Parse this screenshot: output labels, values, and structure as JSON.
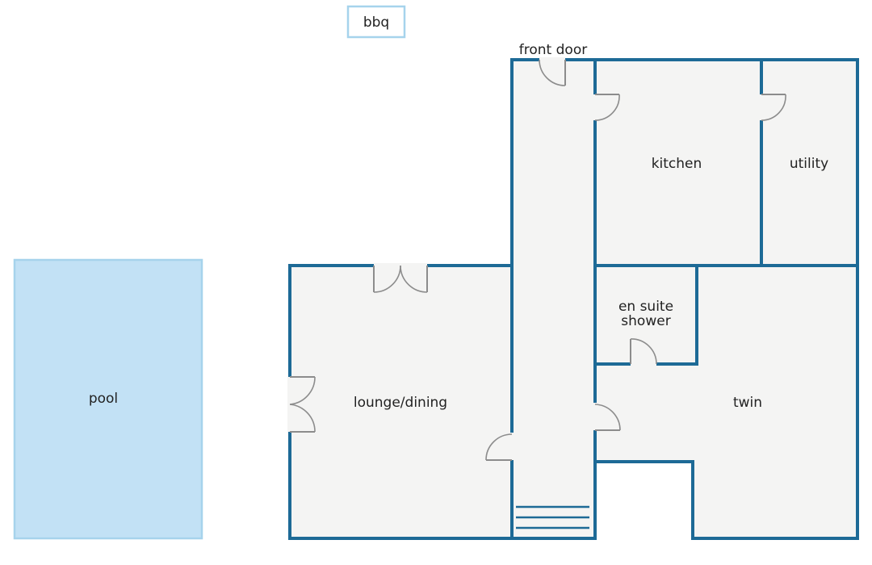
{
  "plan": {
    "labels": {
      "bbq": "bbq",
      "front_door": "front door",
      "kitchen": "kitchen",
      "utility": "utility",
      "en_suite_line1": "en suite",
      "en_suite_line2": "shower",
      "lounge_dining": "lounge/dining",
      "twin": "twin",
      "pool": "pool"
    },
    "colors": {
      "wall": "#1d6a96",
      "floor": "#f4f4f3",
      "pool": "#c2e1f5",
      "pool_border": "#a6d3ec",
      "door": "#8c8c8c"
    }
  }
}
